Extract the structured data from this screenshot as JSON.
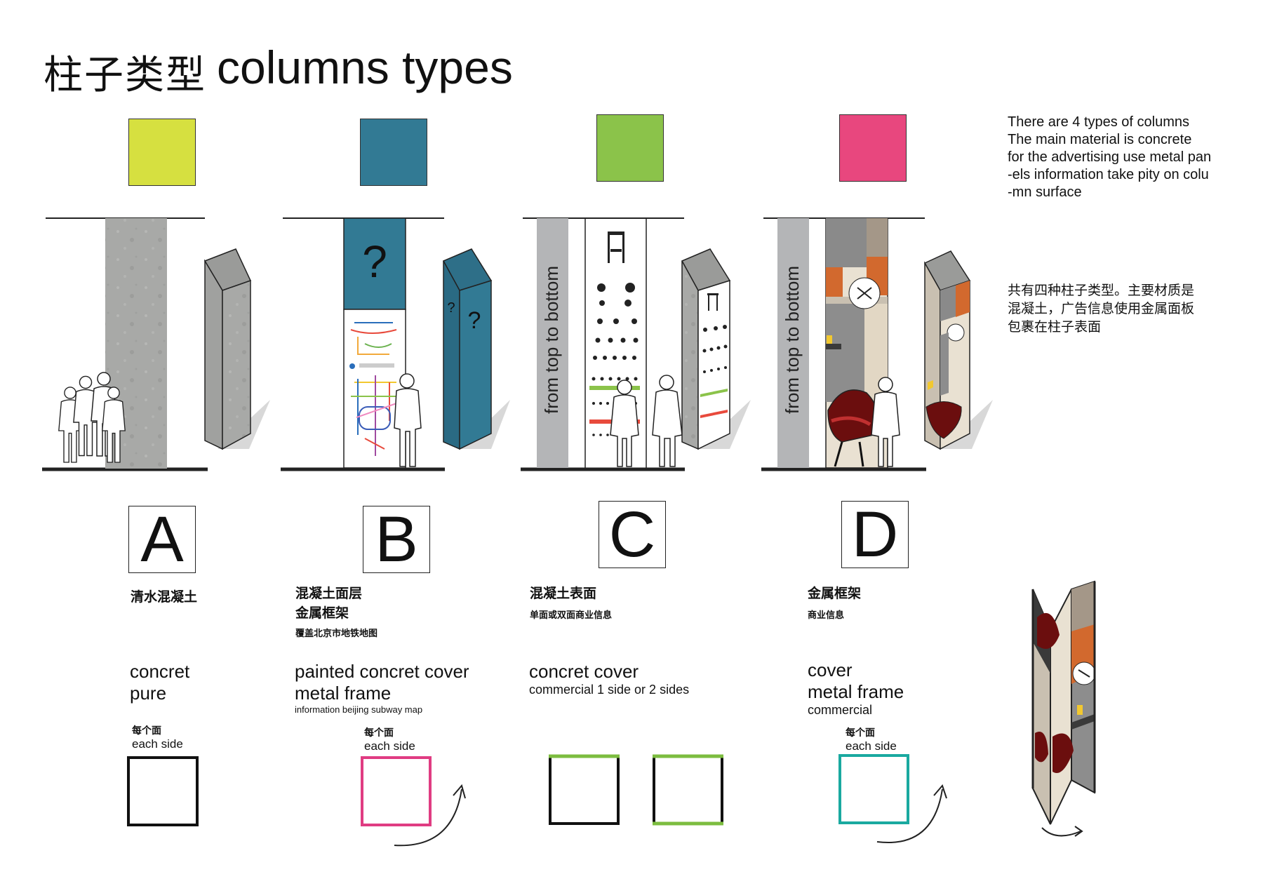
{
  "title": {
    "cn": "柱子类型",
    "en": "columns types"
  },
  "description_en": [
    "There are 4 types of columns",
    "The main material is concrete",
    "for the advertising use metal pan",
    "-els information take pity on colu",
    "-mn surface"
  ],
  "description_cn": [
    "共有四种柱子类型。主要材质是",
    "混凝土，广告信息使用金属面板",
    "包裹在柱子表面"
  ],
  "colors": {
    "a": "#d6e040",
    "b": "#327a94",
    "c": "#8bc34a",
    "d": "#e8477e",
    "concrete": "#a9aaa8",
    "b_outline": "#e03c82",
    "c_outline": "#7cbd3f",
    "d_outline": "#1aa9a0"
  },
  "columns": [
    {
      "letter": "A",
      "cn_title": "清水混凝土",
      "en_title": [
        "concret",
        "pure"
      ],
      "side_label_cn": "每个面",
      "side_label_en": "each side"
    },
    {
      "letter": "B",
      "cn_title": [
        "混凝土面层",
        "金属框架"
      ],
      "cn_sub": "覆盖北京市地铁地图",
      "en_title": [
        "painted concret cover",
        "metal frame"
      ],
      "en_sub": "information beijing subway map",
      "panel_mark": "?",
      "side_label_cn": "每个面",
      "side_label_en": "each side"
    },
    {
      "letter": "C",
      "cn_title": "混凝土表面",
      "cn_sub": "单面或双面商业信息",
      "en_title": "concret cover",
      "en_sub": "commercial 1 side or 2 sides",
      "banner": "from top to bottom"
    },
    {
      "letter": "D",
      "cn_title": "金属框架",
      "cn_sub": "商业信息",
      "en_title": [
        "cover",
        "metal frame"
      ],
      "en_sub": "commercial",
      "banner": "from top to bottom",
      "side_label_cn": "每个面",
      "side_label_en": "each side"
    }
  ]
}
